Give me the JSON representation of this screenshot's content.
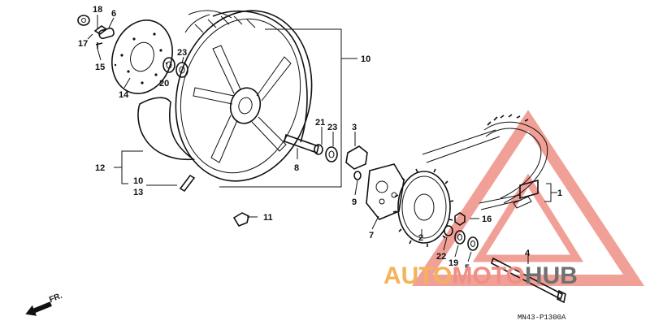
{
  "callouts": {
    "c1": "1",
    "c2": "2",
    "c3": "3",
    "c4": "4",
    "c5": "5",
    "c6": "6",
    "c7": "7",
    "c8": "8",
    "c9": "9",
    "c10a": "10",
    "c10b": "10",
    "c11": "11",
    "c12": "12",
    "c13": "13",
    "c14": "14",
    "c15": "15",
    "c16": "16",
    "c17": "17",
    "c18": "18",
    "c19": "19",
    "c20": "20",
    "c21": "21",
    "c22": "22",
    "c23a": "23",
    "c23b": "23"
  },
  "diagram_code": "MN43-P1300A",
  "direction_label": "FR.",
  "watermark": {
    "part1": "AUTO",
    "part2": "MOTO",
    "part3": "HUB",
    "color_orange": "#f4b25b",
    "color_red": "#ef8f85",
    "color_gray": "#707070"
  }
}
